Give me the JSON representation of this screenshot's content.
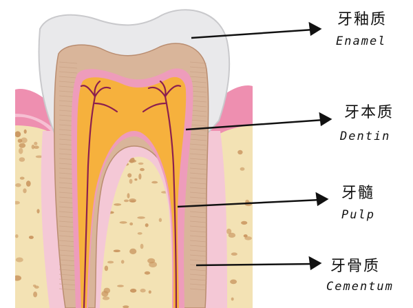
{
  "labels": [
    {
      "key": "enamel",
      "cn": "牙釉质",
      "en": "Enamel"
    },
    {
      "key": "dentin",
      "cn": "牙本质",
      "en": "Dentin"
    },
    {
      "key": "pulp",
      "cn": "牙髓",
      "en": "Pulp"
    },
    {
      "key": "cementum",
      "cn": "牙骨质",
      "en": "Cementum"
    }
  ],
  "colors": {
    "enamel": "#e9e9eb",
    "dentin": "#d9b59a",
    "pulp": "#f6b13d",
    "gum": "#ee8fb0",
    "bone": "#f3e2b4",
    "bone_spots": "#c9955f",
    "nerve": "#8b1f4f",
    "cementum_band": "#f4c8d6",
    "arrow": "#111111"
  }
}
